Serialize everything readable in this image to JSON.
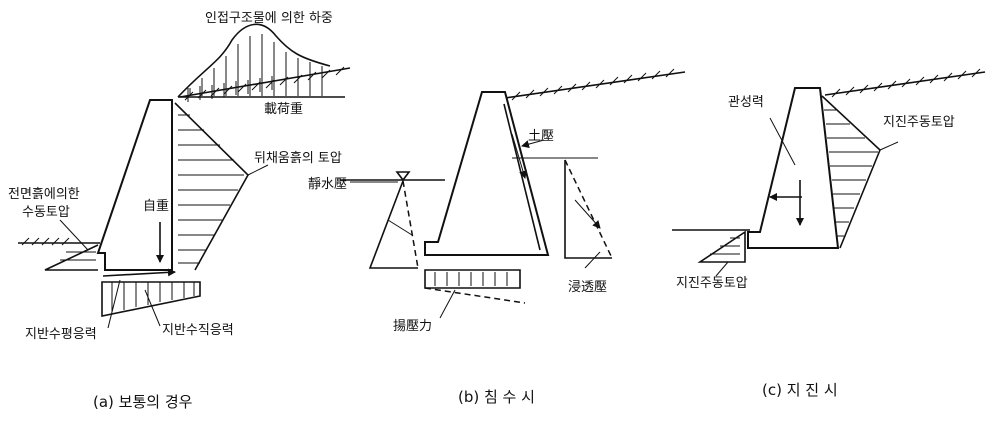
{
  "panel_a": {
    "label_adjacent_load": "인접구조물에 의한 하중",
    "label_surcharge": "載荷重",
    "label_backfill_pressure": "뒤채움흙의 토압",
    "label_front_passive_line1": "전면흙에의한",
    "label_front_passive_line2": "수동토압",
    "label_self_weight": "自重",
    "label_ground_horizontal": "지반수평응력",
    "label_ground_vertical": "지반수직응력",
    "caption": "(a) 보통의 경우"
  },
  "panel_b": {
    "label_earth_pressure": "土壓",
    "label_hydrostatic": "靜水壓",
    "label_seepage": "浸透壓",
    "label_uplift": "揚壓力",
    "caption": "(b) 침 수 시"
  },
  "panel_c": {
    "label_inertia": "관성력",
    "label_seismic_active_back": "지진주동토압",
    "label_seismic_active_front": "지진주동토압",
    "caption": "(c) 지 진 시"
  }
}
